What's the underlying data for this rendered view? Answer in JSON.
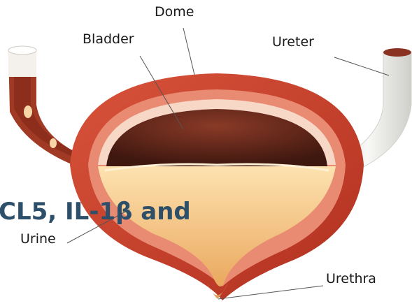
{
  "labels": {
    "dome": "Dome",
    "bladder": "Bladder",
    "ureter": "Ureter",
    "urine": "Urine",
    "urethra": "Urethra"
  },
  "overlay_text": "CL5, IL-1β and",
  "colors": {
    "wall_outer": "#c2402a",
    "wall_inner": "#e98a72",
    "lining": "#f7d7c6",
    "cavity": "#6b2a1c",
    "urine": "#f3c17f",
    "ureter_left": "#a13a25",
    "ureter_right": "#ececea",
    "overlay_text": "#2d4f6a"
  }
}
